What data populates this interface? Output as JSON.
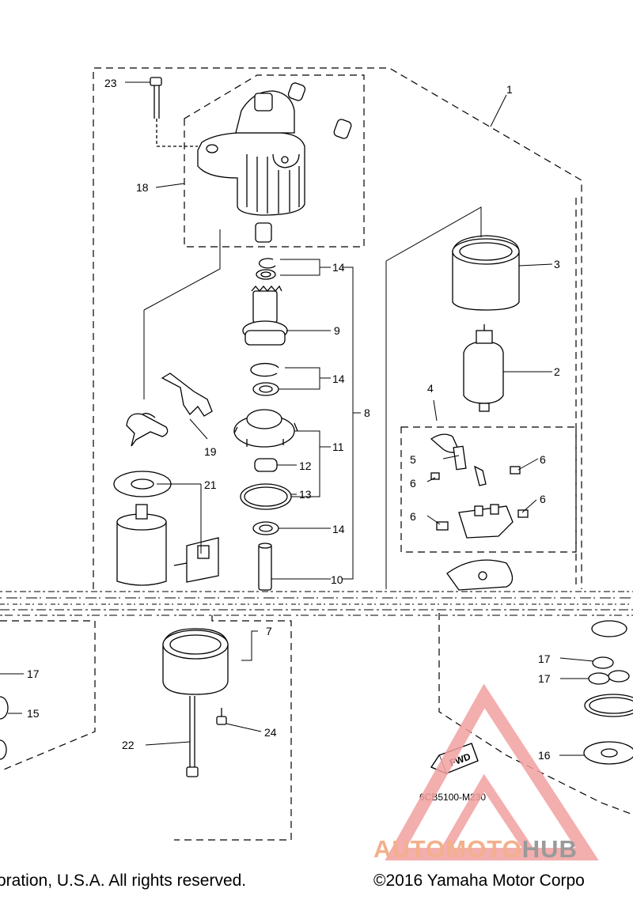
{
  "diagram": {
    "callouts": {
      "c1": "1",
      "c2": "2",
      "c3": "3",
      "c4": "4",
      "c5": "5",
      "c6a": "6",
      "c6b": "6",
      "c6c": "6",
      "c6d": "6",
      "c7": "7",
      "c8": "8",
      "c9": "9",
      "c10": "10",
      "c11": "11",
      "c12": "12",
      "c13": "13",
      "c14a": "14",
      "c14b": "14",
      "c14c": "14",
      "c15": "15",
      "c16": "16",
      "c17a": "17",
      "c17b": "17",
      "c17c": "17",
      "c18": "18",
      "c19": "19",
      "c21": "21",
      "c22": "22",
      "c23": "23",
      "c24": "24"
    },
    "fwd_label": "FWD",
    "drawing_code": "6CB5100-M230"
  },
  "watermark": {
    "brand_part1": "AUTOMOTO",
    "brand_part2": "HUB",
    "color_primary": "#f3b08a",
    "color_secondary": "#9a9a9a"
  },
  "footer": {
    "copyright_left": "oration, U.S.A. All rights reserved.",
    "copyright_right": "©2016 Yamaha Motor Corpo"
  }
}
